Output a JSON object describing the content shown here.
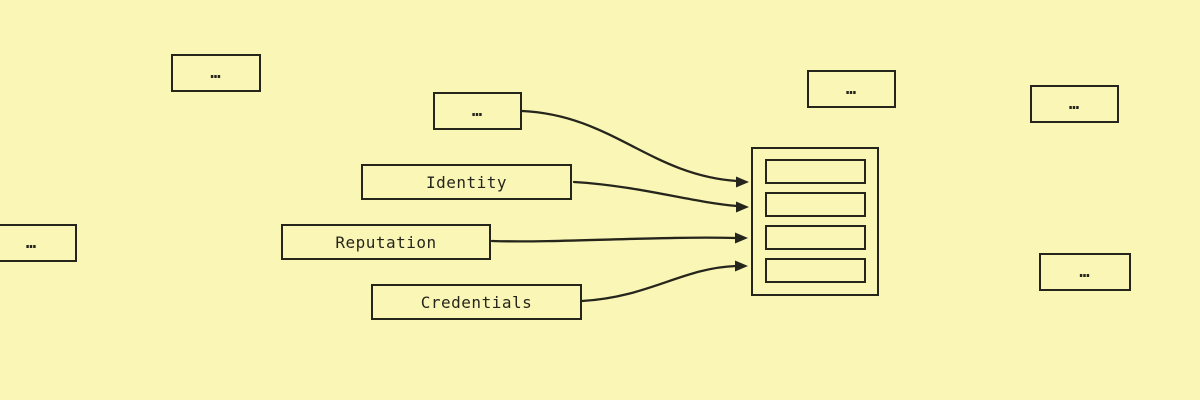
{
  "diagram": {
    "background_color": "#faf6b6",
    "stroke_color": "#26251c"
  },
  "boxes": [
    {
      "label": "…"
    },
    {
      "label": "…"
    },
    {
      "label": "…"
    },
    {
      "label": "Identity"
    },
    {
      "label": "Reputation"
    },
    {
      "label": "Credentials"
    },
    {
      "label": "…"
    },
    {
      "label": "…"
    },
    {
      "label": "…"
    }
  ],
  "aggregator": {
    "slot_count": 4
  },
  "arrows": [
    {
      "from": "…",
      "to": "slot-1"
    },
    {
      "from": "Identity",
      "to": "slot-2"
    },
    {
      "from": "Reputation",
      "to": "slot-3"
    },
    {
      "from": "Credentials",
      "to": "slot-4"
    }
  ]
}
